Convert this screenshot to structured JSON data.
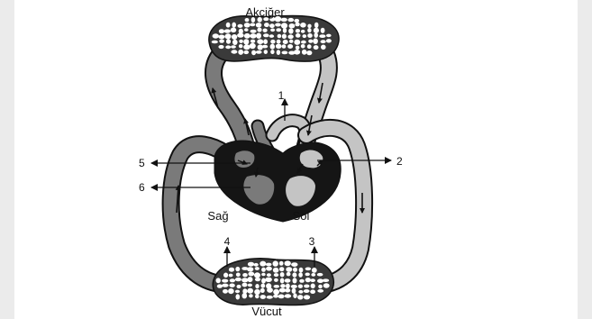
{
  "labels": {
    "lung": "Akciğer",
    "body": "Vücut",
    "right_side": "Sağ",
    "left_side": "Sol"
  },
  "markers": {
    "m1": "1",
    "m2": "2",
    "m3": "3",
    "m4": "4",
    "m5": "5",
    "m6": "6"
  },
  "colors": {
    "dark_vessel": "#7a7a7a",
    "light_vessel": "#c4c4c4",
    "heart": "#151515",
    "outline": "#111111",
    "capillary": "#ffffff"
  }
}
